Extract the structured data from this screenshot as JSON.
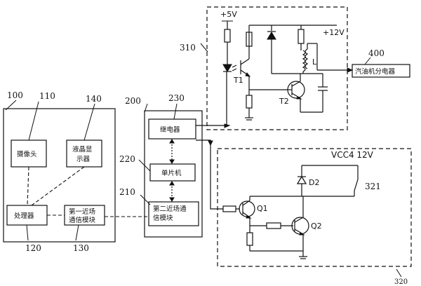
{
  "labels": {
    "n100": "100",
    "n110": "110",
    "n140": "140",
    "n120": "120",
    "n130": "130",
    "n200": "200",
    "n230": "230",
    "n220": "220",
    "n210": "210",
    "n310": "310",
    "n400": "400",
    "n320": "320",
    "n321": "321"
  },
  "blocks": {
    "camera": "摄像头",
    "lcd_1": "液晶显",
    "lcd_2": "示器",
    "processor": "处理器",
    "nfc1_1": "第一近场",
    "nfc1_2": "通信模块",
    "relay": "继电器",
    "mcu": "单片机",
    "nfc2_1": "第二近场通",
    "nfc2_2": "信模块",
    "distributor": "汽油机分电器"
  },
  "components": {
    "v5": "+5V",
    "v12": "+12V",
    "t1": "T1",
    "t2": "T2",
    "inductor": "L",
    "vcc": "VCC4 12V",
    "d2": "D2",
    "q1": "Q1",
    "q2": "Q2"
  }
}
